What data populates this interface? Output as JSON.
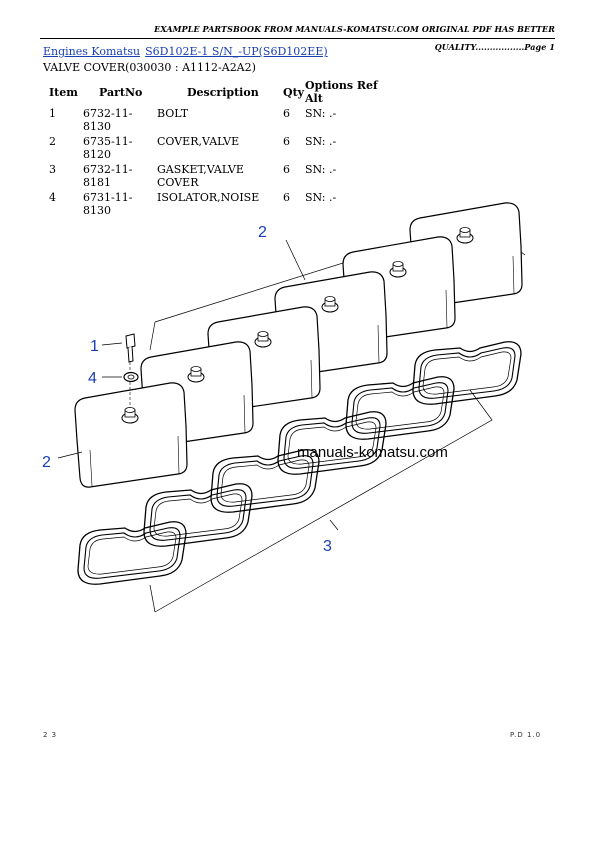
{
  "header": {
    "text": "EXAMPLE PARTSBOOK FROM MANUALS-KOMATSU.COM ORIGINAL PDF HAS BETTER QUALITY.................Page 1"
  },
  "breadcrumb": {
    "link1": "Engines Komatsu",
    "link2": "S6D102E-1 S/N_-UP(S6D102EE)"
  },
  "subtitle": "VALVE COVER(030030 : A1112-A2A2)",
  "table": {
    "headers": [
      "Item",
      "PartNo",
      "Description",
      "Qty",
      "Options Ref Alt"
    ],
    "rows": [
      {
        "item": "1",
        "partno": "6732-11-8130",
        "description": "BOLT",
        "qty": "6",
        "options": "SN: .-"
      },
      {
        "item": "2",
        "partno": "6735-11-8120",
        "description": "COVER,VALVE",
        "qty": "6",
        "options": "SN: .-"
      },
      {
        "item": "3",
        "partno": "6732-11-8181",
        "description": "GASKET,VALVE COVER",
        "qty": "6",
        "options": "SN: .-"
      },
      {
        "item": "4",
        "partno": "6731-11-8130",
        "description": "ISOLATOR,NOISE",
        "qty": "6",
        "options": "SN: .-"
      }
    ]
  },
  "diagram": {
    "callouts": {
      "c1": "1",
      "c2a": "2",
      "c2b": "2",
      "c3": "3",
      "c4": "4"
    },
    "watermark": "manuals-komatsu.com",
    "callout_color": "#1a3fb4"
  },
  "footer": {
    "left": "2 3",
    "right": "P.D 1.0"
  }
}
